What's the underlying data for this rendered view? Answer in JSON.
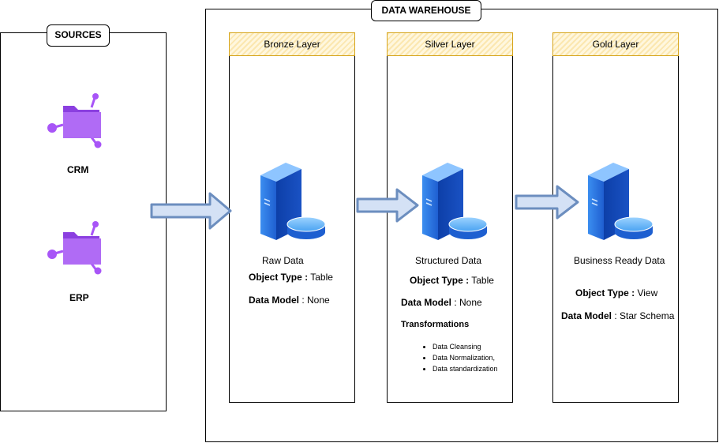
{
  "sources": {
    "title": "SOURCES",
    "items": [
      {
        "label": "CRM",
        "icon": "folder-network-icon"
      },
      {
        "label": "ERP",
        "icon": "folder-network-icon"
      }
    ]
  },
  "warehouse": {
    "title": "DATA WAREHOUSE",
    "layers": [
      {
        "name": "Bronze Layer",
        "caption": "Raw Data",
        "object_type_label": "Object Type :",
        "object_type_value": " Table",
        "data_model_label": "Data Model",
        "data_model_value": " : None"
      },
      {
        "name": "Silver Layer",
        "caption": "Structured Data",
        "object_type_label": "Object Type :",
        "object_type_value": " Table",
        "data_model_label": "Data Model",
        "data_model_value": " : None",
        "transformations_label": "Transformations",
        "transformations": [
          "Data Cleansing",
          "Data Normalization,",
          "Data standardization"
        ]
      },
      {
        "name": "Gold Layer",
        "caption": "Business Ready Data",
        "object_type_label": "Object Type :",
        "object_type_value": " View",
        "data_model_label": "Data Model",
        "data_model_value": " : Star Schema"
      }
    ]
  },
  "colors": {
    "arrow_fill": "#d4e1f5",
    "arrow_stroke": "#6c8ebf",
    "folder": "#a855f7",
    "server_blue": "#1e63d6",
    "header_border": "#d6a51c"
  }
}
